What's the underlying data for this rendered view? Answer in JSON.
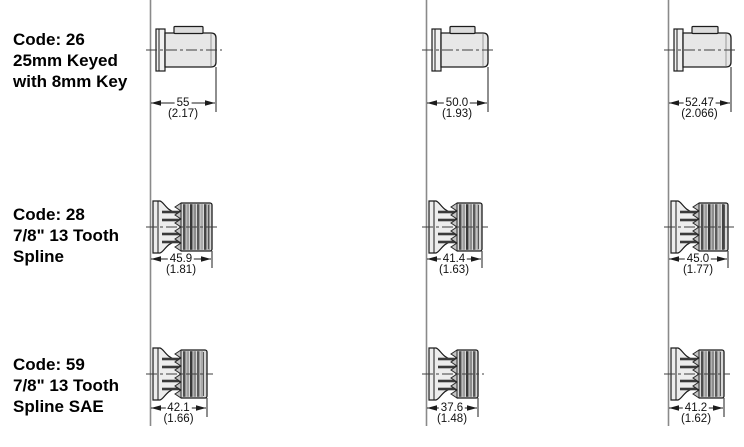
{
  "figure": {
    "description": "Output shaft options dimension drawings, metric mm with inch values in parentheses",
    "rows": [
      {
        "code_label": "Code: 26",
        "label_line2": "25mm Keyed",
        "label_line3": "with 8mm Key",
        "shaft_type": "keyed",
        "dims": [
          {
            "mm": "55",
            "inch": "(2.17)"
          },
          {
            "mm": "50.0",
            "inch": "(1.93)"
          },
          {
            "mm": "52.47",
            "inch": "(2.066)"
          }
        ]
      },
      {
        "code_label": "Code: 28",
        "label_line2": "7/8\" 13 Tooth",
        "label_line3": "Spline",
        "shaft_type": "spline",
        "dims": [
          {
            "mm": "45.9",
            "inch": "(1.81)"
          },
          {
            "mm": "41.4",
            "inch": "(1.63)"
          },
          {
            "mm": "45.0",
            "inch": "(1.77)"
          }
        ]
      },
      {
        "code_label": "Code: 59",
        "label_line2": "7/8\" 13 Tooth",
        "label_line3": "Spline SAE",
        "shaft_type": "spline",
        "dims": [
          {
            "mm": "42.1",
            "inch": "(1.66)"
          },
          {
            "mm": "37.6",
            "inch": "(1.48)"
          },
          {
            "mm": "41.2",
            "inch": "(1.62)"
          }
        ]
      }
    ],
    "colors": {
      "background": "#ffffff",
      "outline": "#1c1c1c",
      "centerline": "#3f3f3f",
      "face_line": "#8a8a8a",
      "body_fill": "#e7e7e7",
      "plate_fill": "#f1f1f1",
      "key_fill": "#dcdcdc",
      "spline_base": "#d8d8d8",
      "chamfer_fill": "#c4c4c4",
      "tooth_bar": "#3a3a3a",
      "text": "#000000"
    }
  }
}
